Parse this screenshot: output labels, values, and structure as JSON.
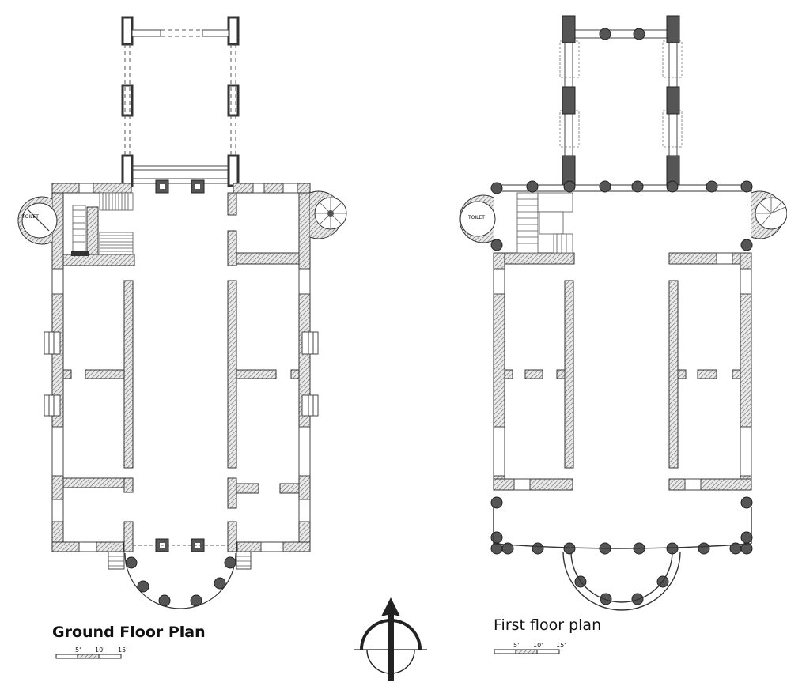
{
  "plans": {
    "ground": {
      "title": "Ground Floor Plan",
      "toilet_label": "TOILET"
    },
    "first": {
      "title": "First floor plan",
      "toilet_label": "TOILET"
    }
  },
  "scale_bar": {
    "ticks": [
      "5'",
      "10'",
      "15'"
    ]
  },
  "icons": {
    "north_arrow": "north-arrow-icon"
  },
  "colors": {
    "wall_fill": "#cfcfcf",
    "wall_stroke": "#333333",
    "column_fill": "#555555"
  }
}
